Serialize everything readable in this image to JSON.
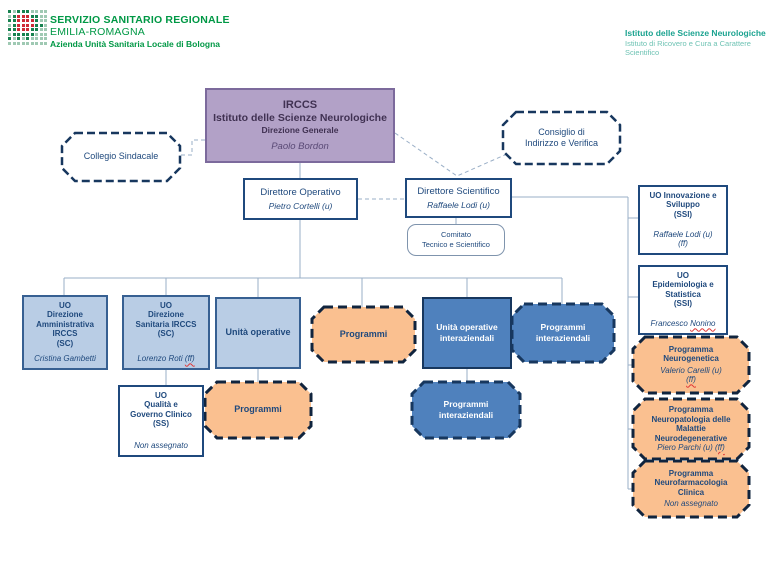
{
  "header": {
    "logo": {
      "pattern": [
        "GgGGGgggg",
        "gGRRRGGgg",
        "GGRRRRGgg",
        "gGRRRRGGg",
        "GGRRRGGgg",
        "gGGGGGggg",
        "GgGgGgggg",
        "ggggggggg"
      ],
      "colors": {
        "G": "#17824f",
        "g": "#9fc9b3",
        "R": "#ce2b37",
        "r": "#e8a9ad",
        ".": "transparent"
      }
    },
    "left": {
      "line1": "SERVIZIO SANITARIO REGIONALE",
      "line2": "EMILIA-ROMAGNA",
      "line3": "Azienda Unità Sanitaria Locale di Bologna"
    },
    "right": {
      "line1": "Istituto delle Scienze Neurologiche",
      "line2": "Istituto di Ricovero e Cura a Carattere Scientifico"
    }
  },
  "colors": {
    "navy": "#1F497D",
    "purple_fill": "#B2A1C7",
    "purple_border": "#7C6A9C",
    "light_blue_fill": "#B9CDE5",
    "mid_blue_fill": "#4F81BD",
    "orange_fill": "#FAC090",
    "dash_dark": "#17375E",
    "connector": "#9AAFC7",
    "green": "#009845",
    "teal": "#1BA390"
  },
  "org": {
    "root": {
      "line1": "IRCCS",
      "line2": "Istituto delle Scienze Neurologiche",
      "line3": "Direzione Generale",
      "name": "Paolo Bordon"
    },
    "collegio": {
      "label": "Collegio Sindacale"
    },
    "consiglio": {
      "label": "Consiglio di\nIndirizzo e Verifica"
    },
    "dir_operativo": {
      "title": "Direttore Operativo",
      "name": "Pietro Cortelli (u)"
    },
    "dir_scientifico": {
      "title": "Direttore Scientifico",
      "name": "Raffaele Lodi (u)"
    },
    "comitato": {
      "label": "Comitato\nTecnico e Scientifico"
    },
    "uo_innovazione": {
      "title": "UO  Innovazione e\nSviluppo\n(SSI)",
      "name": "Raffaele Lodi (u)\n(ff)"
    },
    "uo_epidemiologia": {
      "title": "UO\nEpidemiologia e\nStatistica\n(SSI)",
      "name": "Francesco ",
      "mark": "Nonino"
    },
    "uo_dir_amministrativa": {
      "title": "UO\nDirezione\nAmministrativa\nIRCCS\n(SC)",
      "name": "Cristina Gambetti"
    },
    "uo_dir_sanitaria": {
      "title": "UO\nDirezione\nSanitaria IRCCS\n(SC)",
      "name": "Lorenzo Roti ",
      "mark": "(ff)"
    },
    "uo_qualita": {
      "title": "UO\nQualità e\nGoverno Clinico\n(SS)",
      "name": "Non assegnato"
    },
    "unita_operative": {
      "label": "Unità operative"
    },
    "programmi_1": {
      "label": "Programmi"
    },
    "programmi_2": {
      "label": "Programmi"
    },
    "unita_interaziendali": {
      "label": "Unità operative\ninteraziendali"
    },
    "programmi_interaziendali_1": {
      "label": "Programmi\ninteraziendali"
    },
    "programmi_interaziendali_2": {
      "label": "Programmi\ninteraziendali"
    },
    "prog_neurogenetica": {
      "title": "Programma\nNeurogenetica",
      "name": "Valerio Carelli (u)\n",
      "mark": "(ff)"
    },
    "prog_neuropatologia": {
      "title": "Programma\nNeuropatologia delle\nMalattie\nNeurodegenerative",
      "name": "Piero Parchi (u) ",
      "mark": "(ff)"
    },
    "prog_neurofarmacologia": {
      "title": "Programma\nNeurofarmacologia\nClinica",
      "name": "Non assegnato"
    }
  }
}
